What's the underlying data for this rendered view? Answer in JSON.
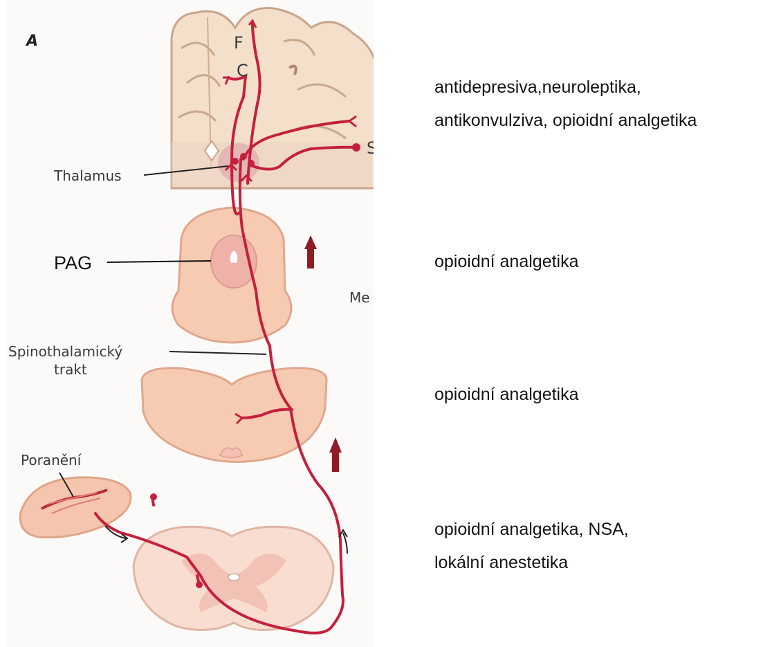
{
  "figure": {
    "panel_label": "A",
    "labels": {
      "f": "F",
      "c": "C",
      "s": "S",
      "thalamus": "Thalamus",
      "pag": "PAG",
      "me": "Me",
      "spinothalamic_1": "Spinothalamický",
      "spinothalamic_2": "trakt",
      "injury": "Poranění"
    },
    "colors": {
      "nerve": "#c4203c",
      "tissue": "#f7cdb4",
      "tissue_dark": "#e2a58a",
      "brain": "#f4e2cf",
      "arrow": "#8e1b26"
    }
  },
  "drugs": {
    "brain_line1": "antidepresiva,neuroleptika,",
    "brain_line2": "antikonvulziva, opioidní analgetika",
    "midbrain": "opioidní analgetika",
    "medulla": "opioidní analgetika",
    "periphery_line1": "opioidní  analgetika,  NSA,",
    "periphery_line2": "lokální anestetika"
  }
}
